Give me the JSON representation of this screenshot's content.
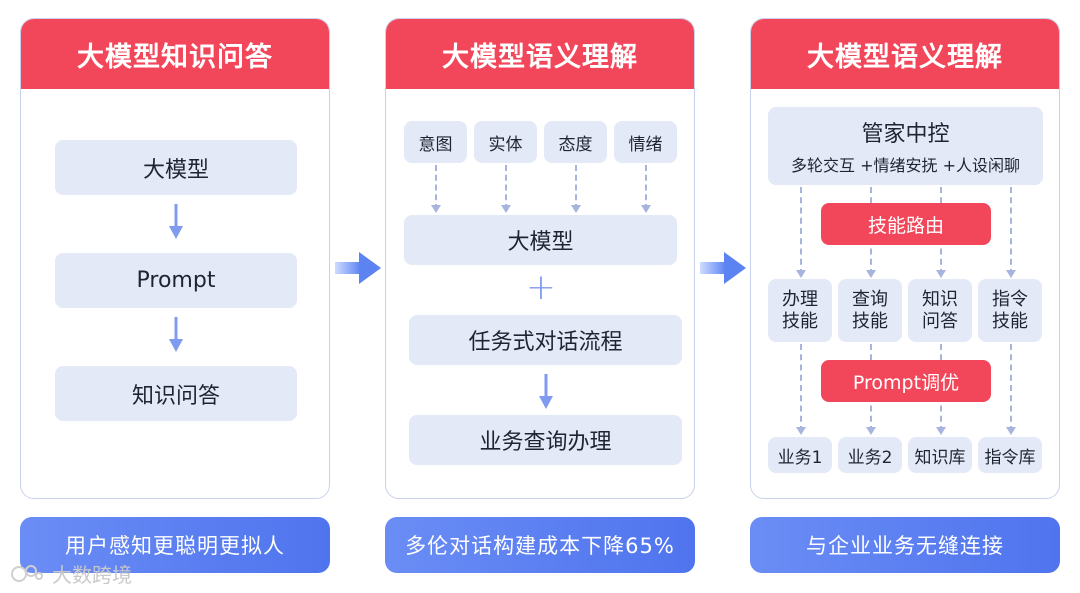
{
  "panels": [
    {
      "title": "大模型知识问答",
      "flow": [
        "大模型",
        "Prompt",
        "知识问答"
      ],
      "footer": "用户感知更聪明更拟人"
    },
    {
      "title": "大模型语义理解",
      "inputs": [
        "意图",
        "实体",
        "态度",
        "情绪"
      ],
      "model": "大模型",
      "plus": "+",
      "task_flow": "任务式对话流程",
      "business": "业务查询办理",
      "footer": "多伦对话构建成本下降65%"
    },
    {
      "title": "大模型语义理解",
      "butler_title": "管家中控",
      "butler_sub": "多轮交互 +情绪安抚 +人设闲聊",
      "routing": "技能路由",
      "skills": [
        {
          "line1": "办理",
          "line2": "技能"
        },
        {
          "line1": "查询",
          "line2": "技能"
        },
        {
          "line1": "知识",
          "line2": "问答"
        },
        {
          "line1": "指令",
          "line2": "技能"
        }
      ],
      "prompt_tuning": "Prompt调优",
      "outputs": [
        "业务1",
        "业务2",
        "知识库",
        "指令库"
      ],
      "footer": "与企业业务无缝连接"
    }
  ],
  "watermark": "大数跨境",
  "colors": {
    "accent_red": "#f2475a",
    "box_bg": "#e4e9f8",
    "arrow_blue": "#7f9bf0",
    "footer_blue": "#5b7ff0"
  },
  "icons": [
    "down-arrow-icon",
    "right-arrow-icon",
    "dashed-arrow-icon",
    "plus-icon",
    "watermark-logo-icon"
  ]
}
